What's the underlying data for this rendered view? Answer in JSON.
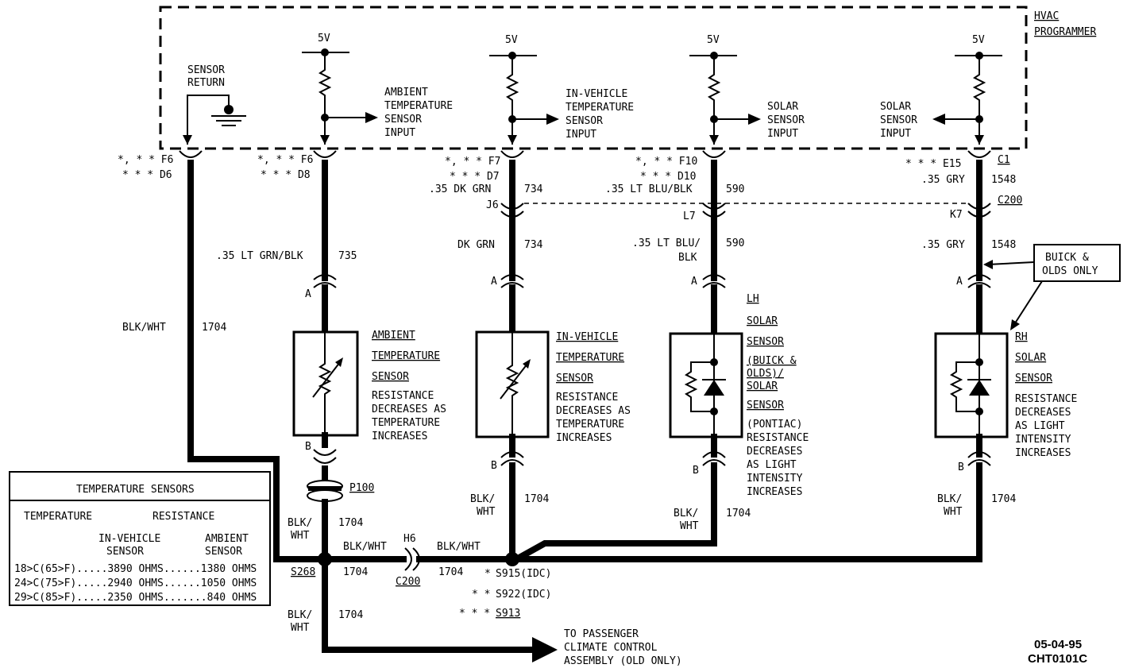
{
  "module": {
    "name_line1": "HVAC",
    "name_line2": "PROGRAMMER"
  },
  "sensor_return": {
    "line1": "SENSOR",
    "line2": "RETURN"
  },
  "supply": {
    "voltage": "5V"
  },
  "inputs": {
    "ambient": [
      "AMBIENT",
      "TEMPERATURE",
      "SENSOR",
      "INPUT"
    ],
    "invehicle": [
      "IN-VEHICLE",
      "TEMPERATURE",
      "SENSOR",
      "INPUT"
    ],
    "solar_lh": [
      "SOLAR",
      "SENSOR",
      "INPUT"
    ],
    "solar_rh": [
      "SOLAR",
      "SENSOR",
      "INPUT"
    ]
  },
  "connectors": {
    "c1": {
      "ret_a": "*, * * F6",
      "ret_b": "* * * D6",
      "amb_a": "*, * * F6",
      "amb_b": "* * * D8",
      "inv_a": "*, * * F7",
      "inv_b": "* * * D7",
      "lh_a": "*, * * F10",
      "lh_b": "* * * D10",
      "rh_a": "* * * E15",
      "name": "C1"
    },
    "c200": {
      "inv": "J6",
      "lh": "L7",
      "rh": "K7",
      "name": "C200",
      "h6": "H6"
    },
    "pins": {
      "a": "A",
      "b": "B"
    },
    "p100": "P100"
  },
  "wires": {
    "inv_top": ".35 DK GRN",
    "inv_top_num": "734",
    "lh_top": ".35 LT BLU/BLK",
    "lh_top_num": "590",
    "rh_top": ".35 GRY",
    "rh_top_num": "1548",
    "amb": ".35 LT GRN/BLK",
    "amb_num": "735",
    "inv_mid": "DK GRN",
    "inv_mid_num": "734",
    "lh_mid1": ".35 LT BLU/",
    "lh_mid2": "BLK",
    "lh_mid_num": "590",
    "rh_mid": ".35 GRY",
    "rh_mid_num": "1548",
    "ground": "BLK/WHT",
    "ground_num": "1704",
    "ground_split1": "BLK/",
    "ground_split2": "WHT"
  },
  "note": {
    "line1": "BUICK &",
    "line2": "OLDS ONLY"
  },
  "components": {
    "ambient": {
      "name": [
        "AMBIENT",
        "TEMPERATURE",
        "SENSOR"
      ],
      "desc": [
        "RESISTANCE",
        "DECREASES AS",
        "TEMPERATURE",
        "INCREASES"
      ]
    },
    "invehicle": {
      "name": [
        "IN-VEHICLE",
        "TEMPERATURE",
        "SENSOR"
      ],
      "desc": [
        "RESISTANCE",
        "DECREASES AS",
        "TEMPERATURE",
        "INCREASES"
      ]
    },
    "lh_solar": {
      "name": [
        "LH",
        "SOLAR",
        "SENSOR",
        "(BUICK &",
        "OLDS)/",
        "SOLAR",
        "SENSOR"
      ],
      "desc": [
        "(PONTIAC)",
        "RESISTANCE",
        "DECREASES",
        "AS LIGHT",
        "INTENSITY",
        "INCREASES"
      ]
    },
    "rh_solar": {
      "name": [
        "RH",
        "SOLAR",
        "SENSOR"
      ],
      "desc": [
        "RESISTANCE",
        "DECREASES",
        "AS LIGHT",
        "INTENSITY",
        "INCREASES"
      ]
    }
  },
  "splices": {
    "s268": "S268",
    "s915": "S915(IDC)",
    "s922": "S922(IDC)",
    "s913": "S913",
    "s922_prefix": "* *",
    "s913_prefix": "* * *",
    "s915_prefix": "*"
  },
  "destination": [
    "TO PASSENGER",
    "CLIMATE CONTROL",
    "ASSEMBLY (OLD ONLY)"
  ],
  "table": {
    "title": "TEMPERATURE SENSORS",
    "col_temp": "TEMPERATURE",
    "col_res": "RESISTANCE",
    "sub_inv1": "IN-VEHICLE",
    "sub_inv2": "SENSOR",
    "sub_amb1": "AMBIENT",
    "sub_amb2": "SENSOR",
    "rows": [
      "18>C(65>F).....3890 OHMS......1380 OHMS",
      "24>C(75>F).....2940 OHMS......1050 OHMS",
      "29>C(85>F).....2350 OHMS.......840 OHMS"
    ]
  },
  "footer": {
    "date": "05-04-95",
    "code": "CHT0101C"
  }
}
